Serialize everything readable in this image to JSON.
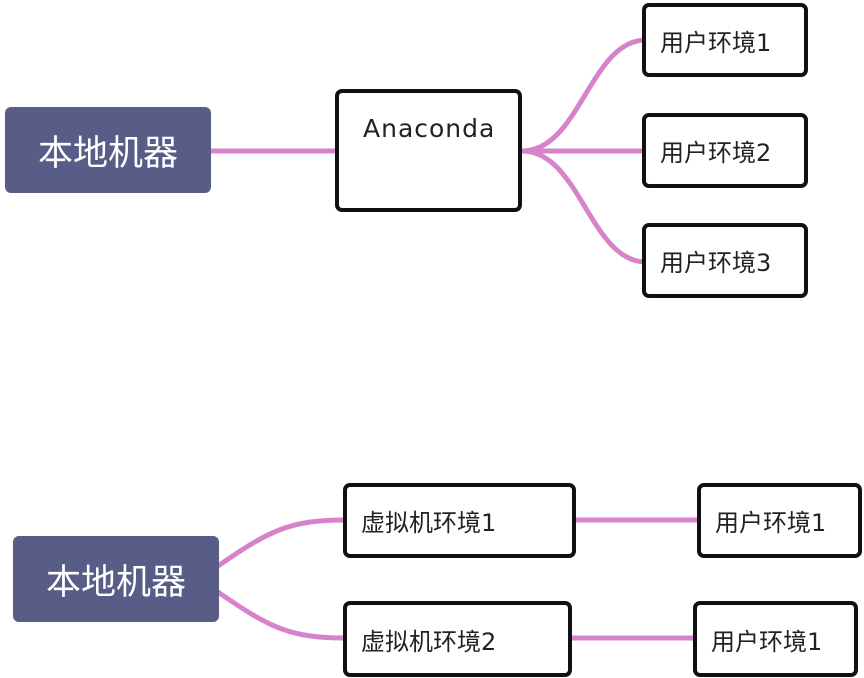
{
  "top_map": {
    "root_label": "本地机器",
    "hub_label": "Anaconda",
    "children": [
      "用户环境1",
      "用户环境2",
      "用户环境3"
    ]
  },
  "bottom_map": {
    "root_label": "本地机器",
    "branches": [
      {
        "vm_label": "虚拟机环境1",
        "user_label": "用户环境1"
      },
      {
        "vm_label": "虚拟机环境2",
        "user_label": "用户环境1"
      }
    ]
  },
  "colors": {
    "root_fill": "#575d87",
    "connector": "#d783cb",
    "node_border": "#111111"
  }
}
